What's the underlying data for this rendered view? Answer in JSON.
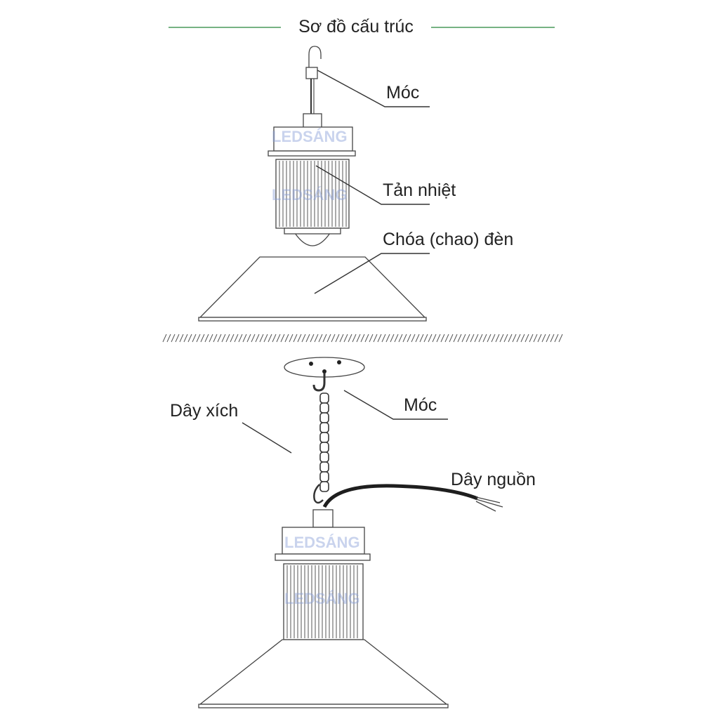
{
  "title": "Sơ đồ cấu trúc",
  "watermark": "LEDSÁNG",
  "colors": {
    "title_rule": "#4a9a5a",
    "text": "#222222",
    "line": "#333333",
    "watermark": "#8aa0d8"
  },
  "top_diagram": {
    "labels": {
      "hook": "Móc",
      "heatsink": "Tản nhiệt",
      "reflector": "Chóa (chao) đèn"
    }
  },
  "bottom_diagram": {
    "labels": {
      "chain": "Dây xích",
      "hook": "Móc",
      "power_cable": "Dây nguồn"
    }
  }
}
